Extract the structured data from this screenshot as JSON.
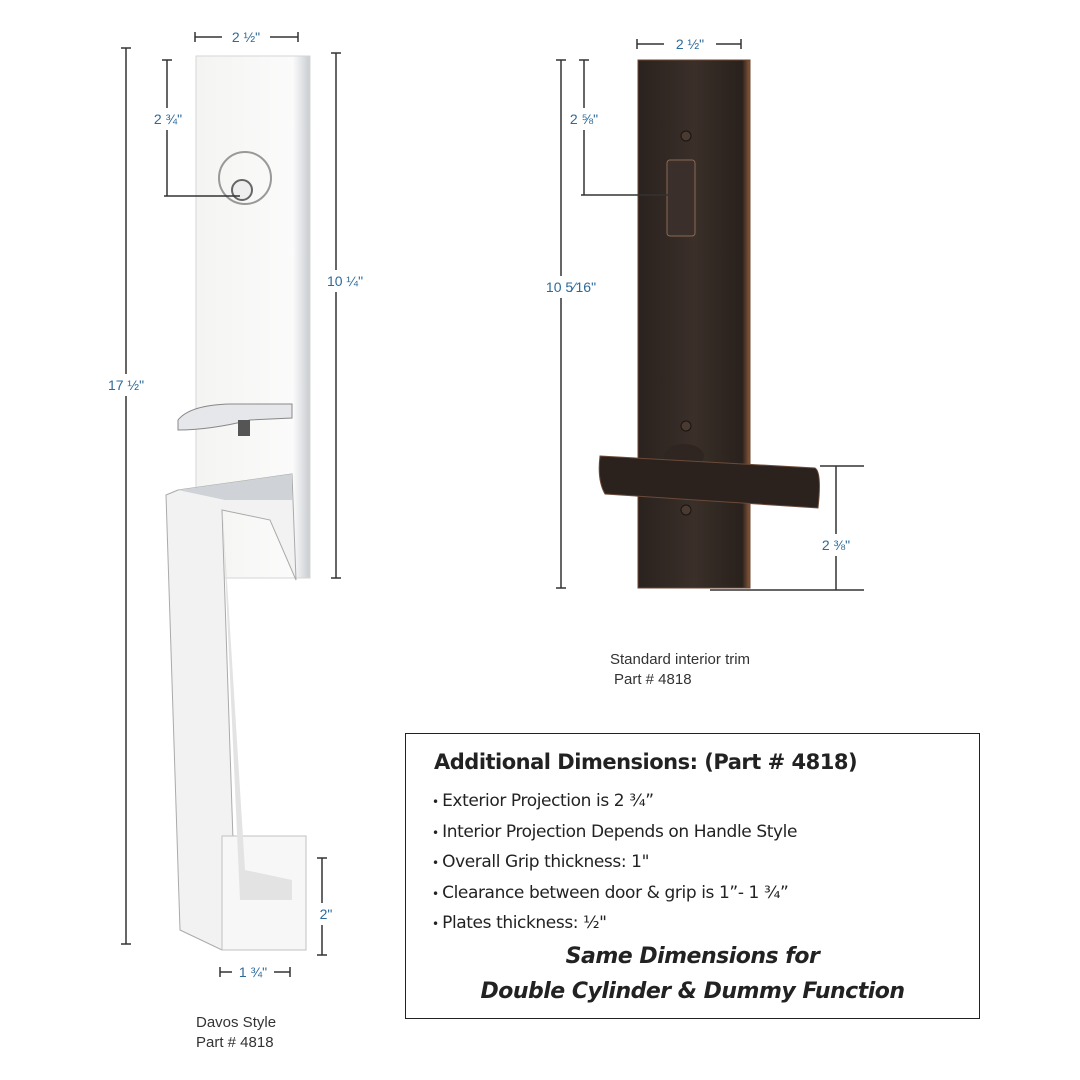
{
  "left_trim": {
    "dims": {
      "width": "2 ½\"",
      "keyhole": "2 ¾\"",
      "plate_height": "10 ¼\"",
      "overall": "17 ½\"",
      "base": "2\"",
      "base_width": "1 ¾\""
    },
    "caption_line1": "Davos Style",
    "caption_line2": "Part # 4818"
  },
  "right_trim": {
    "dims": {
      "width": "2 ½\"",
      "turn": "2 ⅝\"",
      "plate_height": "10 5⁄16\"",
      "lever": "2 ⅜\""
    },
    "caption_line1": "Standard interior trim",
    "caption_line2": "Part # 4818"
  },
  "info_box": {
    "title": "Additional Dimensions: (Part # 4818)",
    "items": [
      "Exterior Projection is 2 ¾”",
      "Interior Projection Depends on Handle Style",
      "Overall Grip thickness: 1\"",
      "Clearance between door & grip is 1”- 1 ¾”",
      "Plates thickness: ½\""
    ],
    "note_line1": "Same Dimensions for",
    "note_line2": "Double Cylinder & Dummy Function"
  },
  "colors": {
    "dimension_text": "#2d6a9a",
    "bronze": "#2e2520"
  }
}
